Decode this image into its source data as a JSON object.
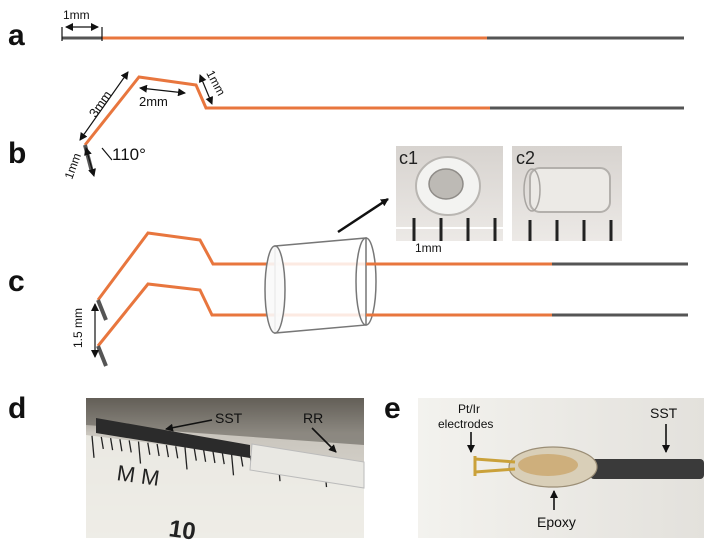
{
  "panels": {
    "a": {
      "label": "a",
      "dim_1mm": "1mm"
    },
    "b": {
      "label": "b",
      "dim_3mm": "3mm",
      "dim_2mm": "2mm",
      "dim_1mm_top": "1mm",
      "dim_1mm_tip": "1mm",
      "angle": "110°"
    },
    "c": {
      "label": "c",
      "dim_15mm": "1.5 mm"
    },
    "c1": {
      "label": "c1",
      "scale": "1mm"
    },
    "c2": {
      "label": "c2"
    },
    "d": {
      "label": "d",
      "sst": "SST",
      "rr": "RR",
      "ruler_text": "M M",
      "ruler_num": "10"
    },
    "e": {
      "label": "e",
      "electrodes_line1": "Pt/Ir",
      "electrodes_line2": "electrodes",
      "sst": "SST",
      "epoxy": "Epoxy"
    }
  },
  "colors": {
    "wire_orange": "#E8763E",
    "wire_gray": "#555555"
  }
}
